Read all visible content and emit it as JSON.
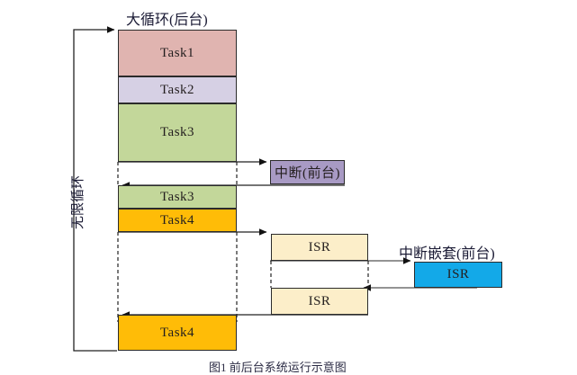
{
  "diagram": {
    "title_main": "大循环(后台)",
    "title_nested": "中断嵌套(前台)",
    "loop_label": "无限循环",
    "bottom_caption": "图1 前后台系统运行示意图",
    "colors": {
      "task1": "#e0b4b0",
      "task2": "#d6d0e4",
      "task3": "#c3d79a",
      "task4": "#ffbc07",
      "interrupt": "#a89ac4",
      "isr": "#fceec9",
      "nested_isr": "#13a9e8",
      "stroke": "#2b2b2b"
    },
    "background_tasks": [
      {
        "label": "Task1",
        "color_key": "task1"
      },
      {
        "label": "Task2",
        "color_key": "task2"
      },
      {
        "label": "Task3",
        "color_key": "task3"
      },
      {
        "label": "Task3",
        "color_key": "task3"
      },
      {
        "label": "Task4",
        "color_key": "task4"
      },
      {
        "label": "Task4",
        "color_key": "task4"
      }
    ],
    "foreground_blocks": [
      {
        "label": "中断(前台)",
        "color_key": "interrupt"
      },
      {
        "label": "ISR",
        "color_key": "isr"
      },
      {
        "label": "ISR",
        "color_key": "isr"
      },
      {
        "label": "ISR",
        "color_key": "nested_isr"
      }
    ]
  }
}
